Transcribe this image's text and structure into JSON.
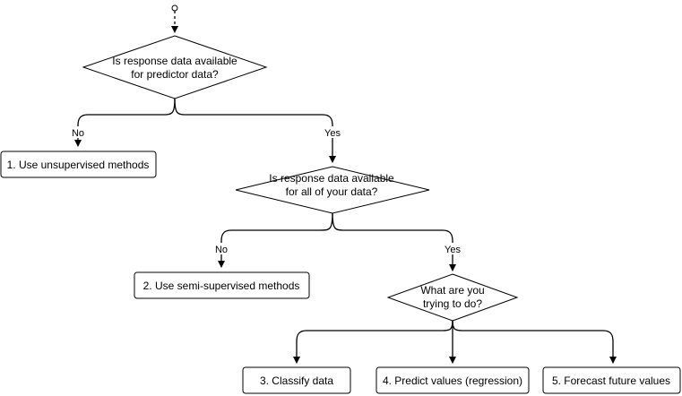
{
  "decisions": {
    "q1": {
      "line1": "Is response data available",
      "line2": "for predictor data?"
    },
    "q2": {
      "line1": "Is response data available",
      "line2": "for all of your data?"
    },
    "q3": {
      "line1": "What are you",
      "line2": "trying to do?"
    }
  },
  "outcomes": {
    "o1": "1. Use unsupervised methods",
    "o2": "2. Use semi-supervised methods",
    "o3": "3. Classify data",
    "o4": "4. Predict values (regression)",
    "o5": "5. Forecast future values"
  },
  "edge_labels": {
    "q1_no": "No",
    "q1_yes": "Yes",
    "q2_no": "No",
    "q2_yes": "Yes"
  }
}
